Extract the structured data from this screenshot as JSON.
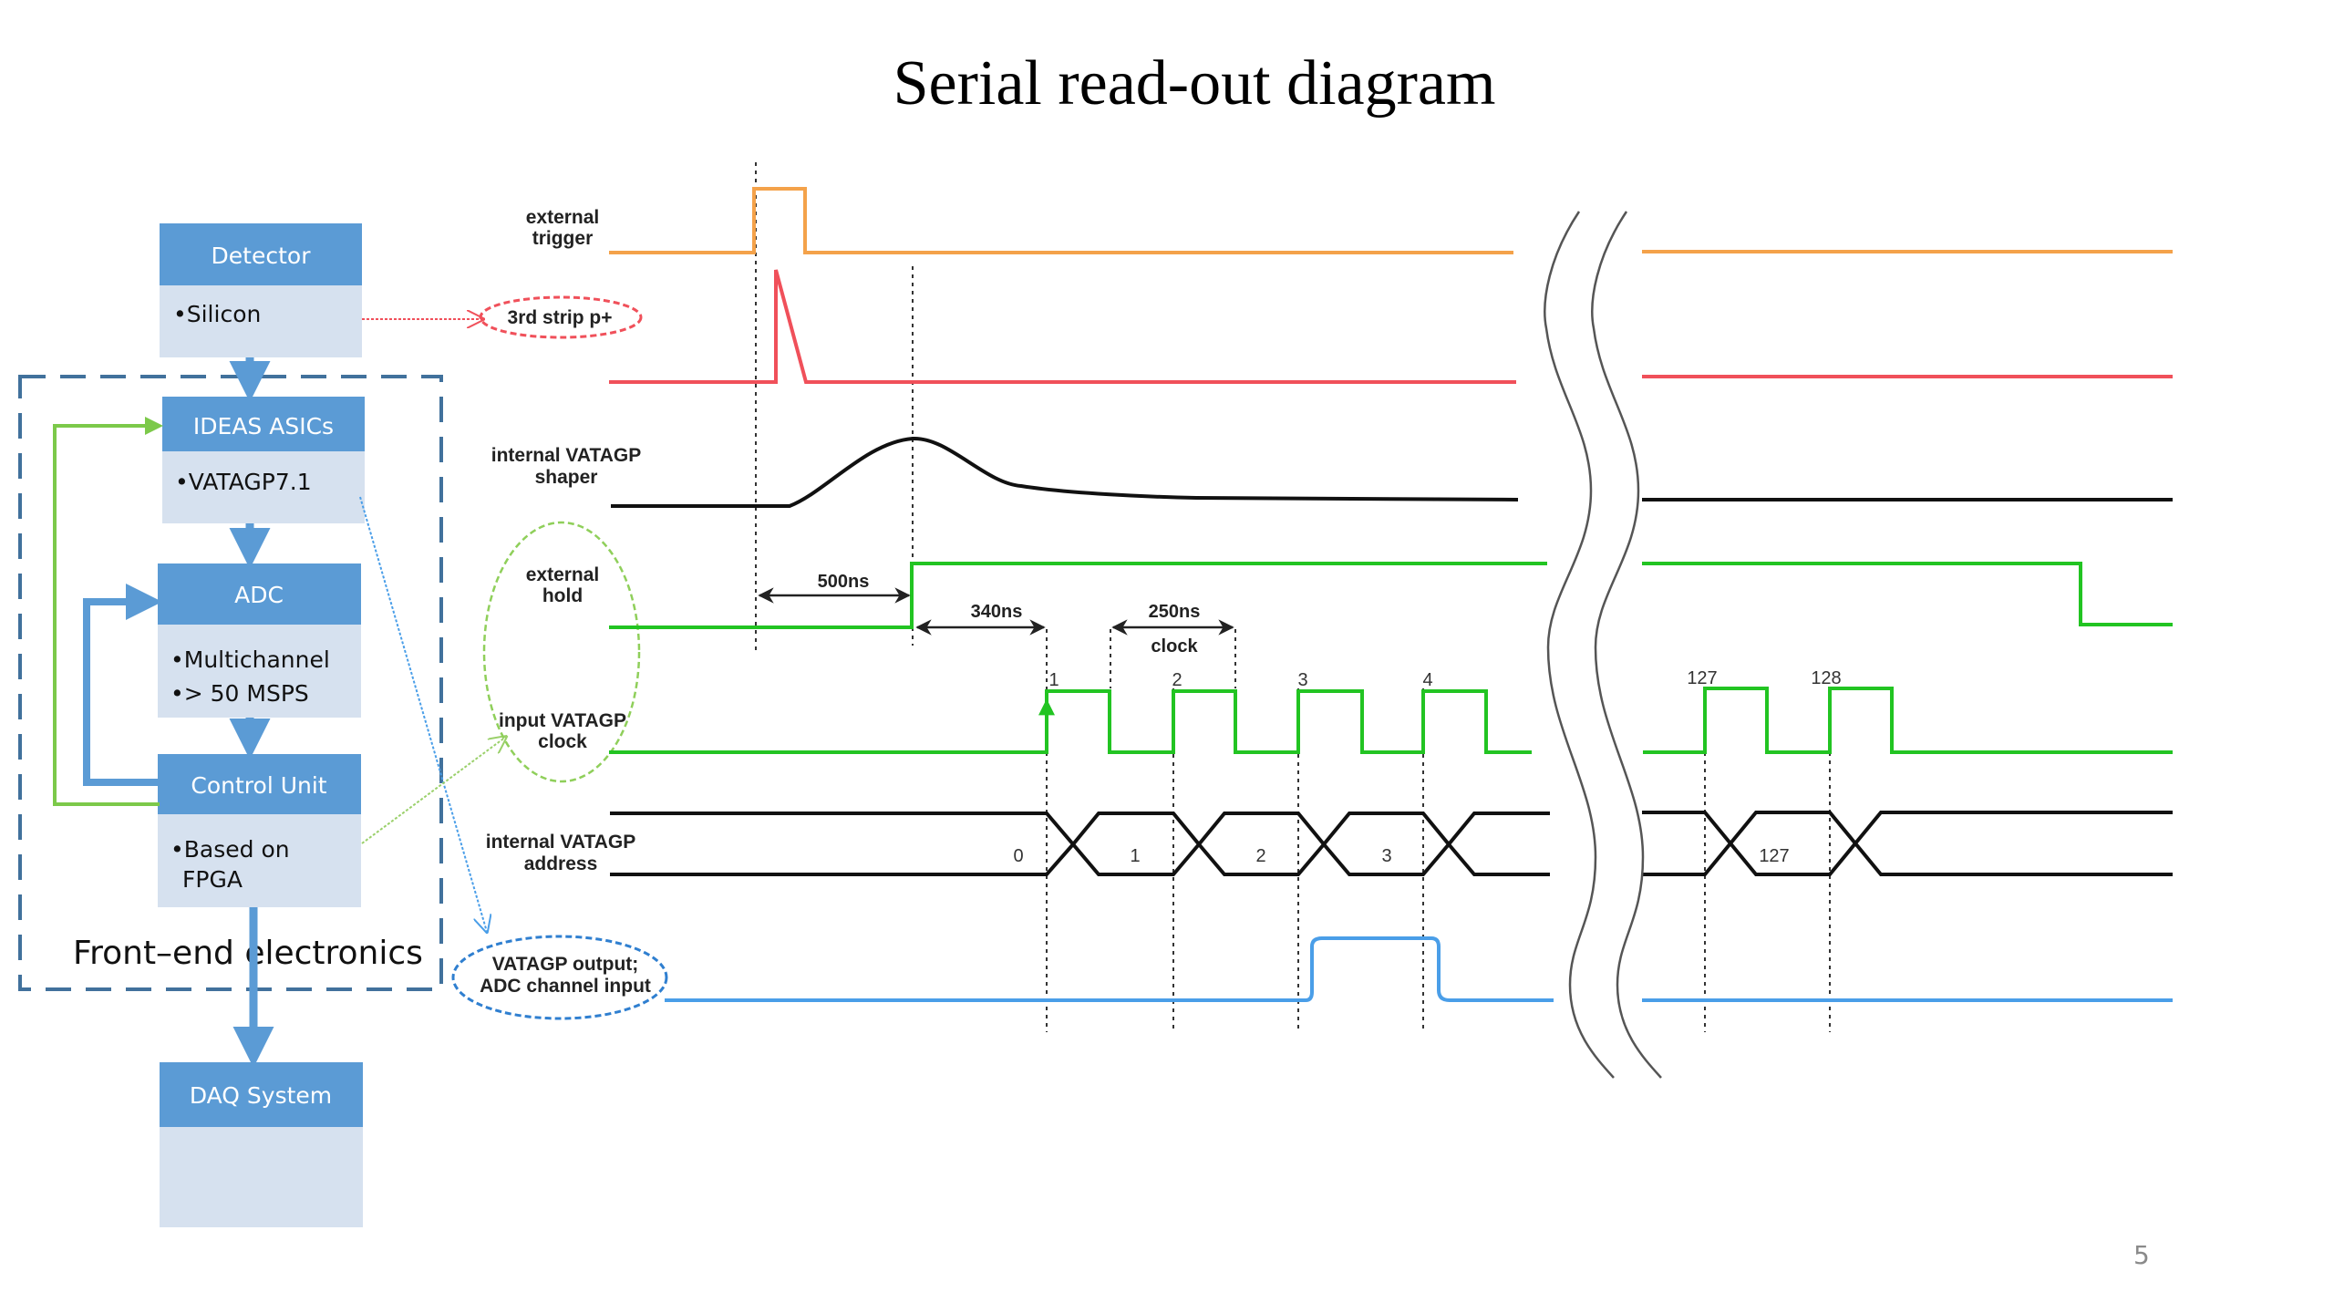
{
  "slide": {
    "title": "Serial read-out diagram",
    "page_number": "5"
  },
  "block_diagram": {
    "group_label": "Front–end electronics",
    "blocks": [
      {
        "id": "detector",
        "title": "Detector",
        "items": [
          "•Silicon"
        ]
      },
      {
        "id": "ideas-asics",
        "title": "IDEAS ASICs",
        "items": [
          "•VATAGP7.1"
        ]
      },
      {
        "id": "adc",
        "title": "ADC",
        "items": [
          "•Multichannel",
          "•> 50 MSPS"
        ]
      },
      {
        "id": "control-unit",
        "title": "Control Unit",
        "items": [
          "•Based on",
          " FPGA"
        ]
      },
      {
        "id": "daq-system",
        "title": "DAQ System",
        "items": []
      }
    ],
    "colors": {
      "header": "#5b9bd5",
      "body": "#d6e1ef",
      "group_border": "#41719c",
      "feedback_green": "#7cc94a"
    }
  },
  "timing_diagram": {
    "signals": [
      {
        "id": "external-trigger",
        "label": [
          "external",
          "trigger"
        ],
        "color": "#f4a24a"
      },
      {
        "id": "strip-signal",
        "label": [
          "3rd strip p+"
        ],
        "color": "#f0505a",
        "callout": "ellipse"
      },
      {
        "id": "shaper",
        "label": [
          "internal VATAGP",
          "shaper"
        ],
        "color": "#111111"
      },
      {
        "id": "external-hold",
        "label": [
          "external",
          "hold"
        ],
        "color": "#22c422"
      },
      {
        "id": "input-clock",
        "label": [
          "input VATAGP",
          "clock"
        ],
        "color": "#22c422"
      },
      {
        "id": "address",
        "label": [
          "internal VATAGP",
          "address"
        ],
        "color": "#111111"
      },
      {
        "id": "vatagp-output",
        "label": [
          "VATAGP output;",
          "ADC channel input"
        ],
        "color": "#4a9ee8",
        "callout": "ellipse"
      }
    ],
    "clock_pulse_numbers": [
      "1",
      "2",
      "3",
      "4",
      "127",
      "128"
    ],
    "address_values": [
      "0",
      "1",
      "2",
      "3",
      "127"
    ],
    "annotations": {
      "trigger_to_hold": "500ns",
      "hold_to_first_clock": "340ns",
      "clock_period": "250ns",
      "clock_period_caption": "clock"
    }
  }
}
